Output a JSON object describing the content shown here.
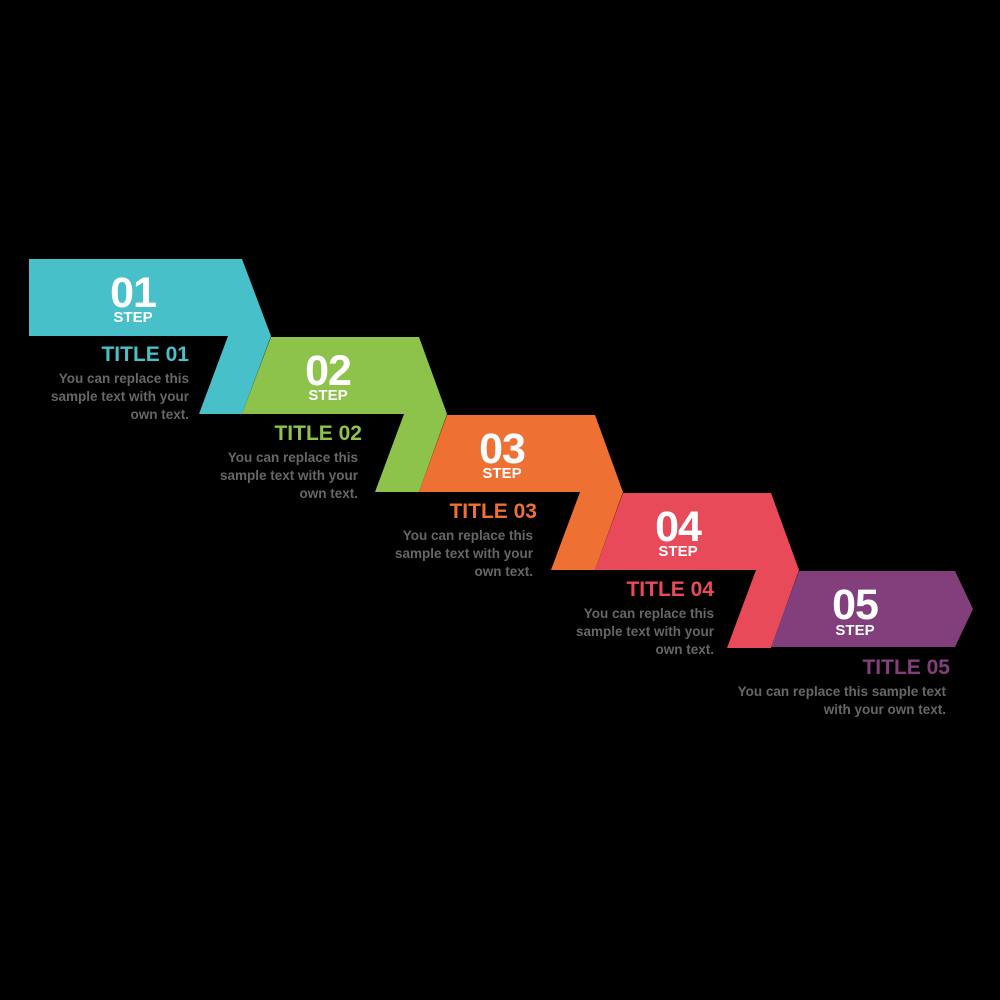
{
  "steps": [
    {
      "number": "01",
      "step_label": "STEP",
      "title": "TITLE 01",
      "text": "You can replace this sample text with your own text.",
      "color": "#48C0CA"
    },
    {
      "number": "02",
      "step_label": "STEP",
      "title": "TITLE 02",
      "text": "You can replace this sample text with your own text.",
      "color": "#8DC34A"
    },
    {
      "number": "03",
      "step_label": "STEP",
      "title": "TITLE 03",
      "text": "You can replace this sample text with your own text.",
      "color": "#EE7033"
    },
    {
      "number": "04",
      "step_label": "STEP",
      "title": "TITLE 04",
      "text": "You can replace this sample text with your own text.",
      "color": "#E84A5A"
    },
    {
      "number": "05",
      "step_label": "STEP",
      "title": "TITLE 05",
      "text": "You can replace this sample text with your own text.",
      "color": "#833F7C"
    }
  ],
  "text_color": "#666666",
  "background": "#000000"
}
